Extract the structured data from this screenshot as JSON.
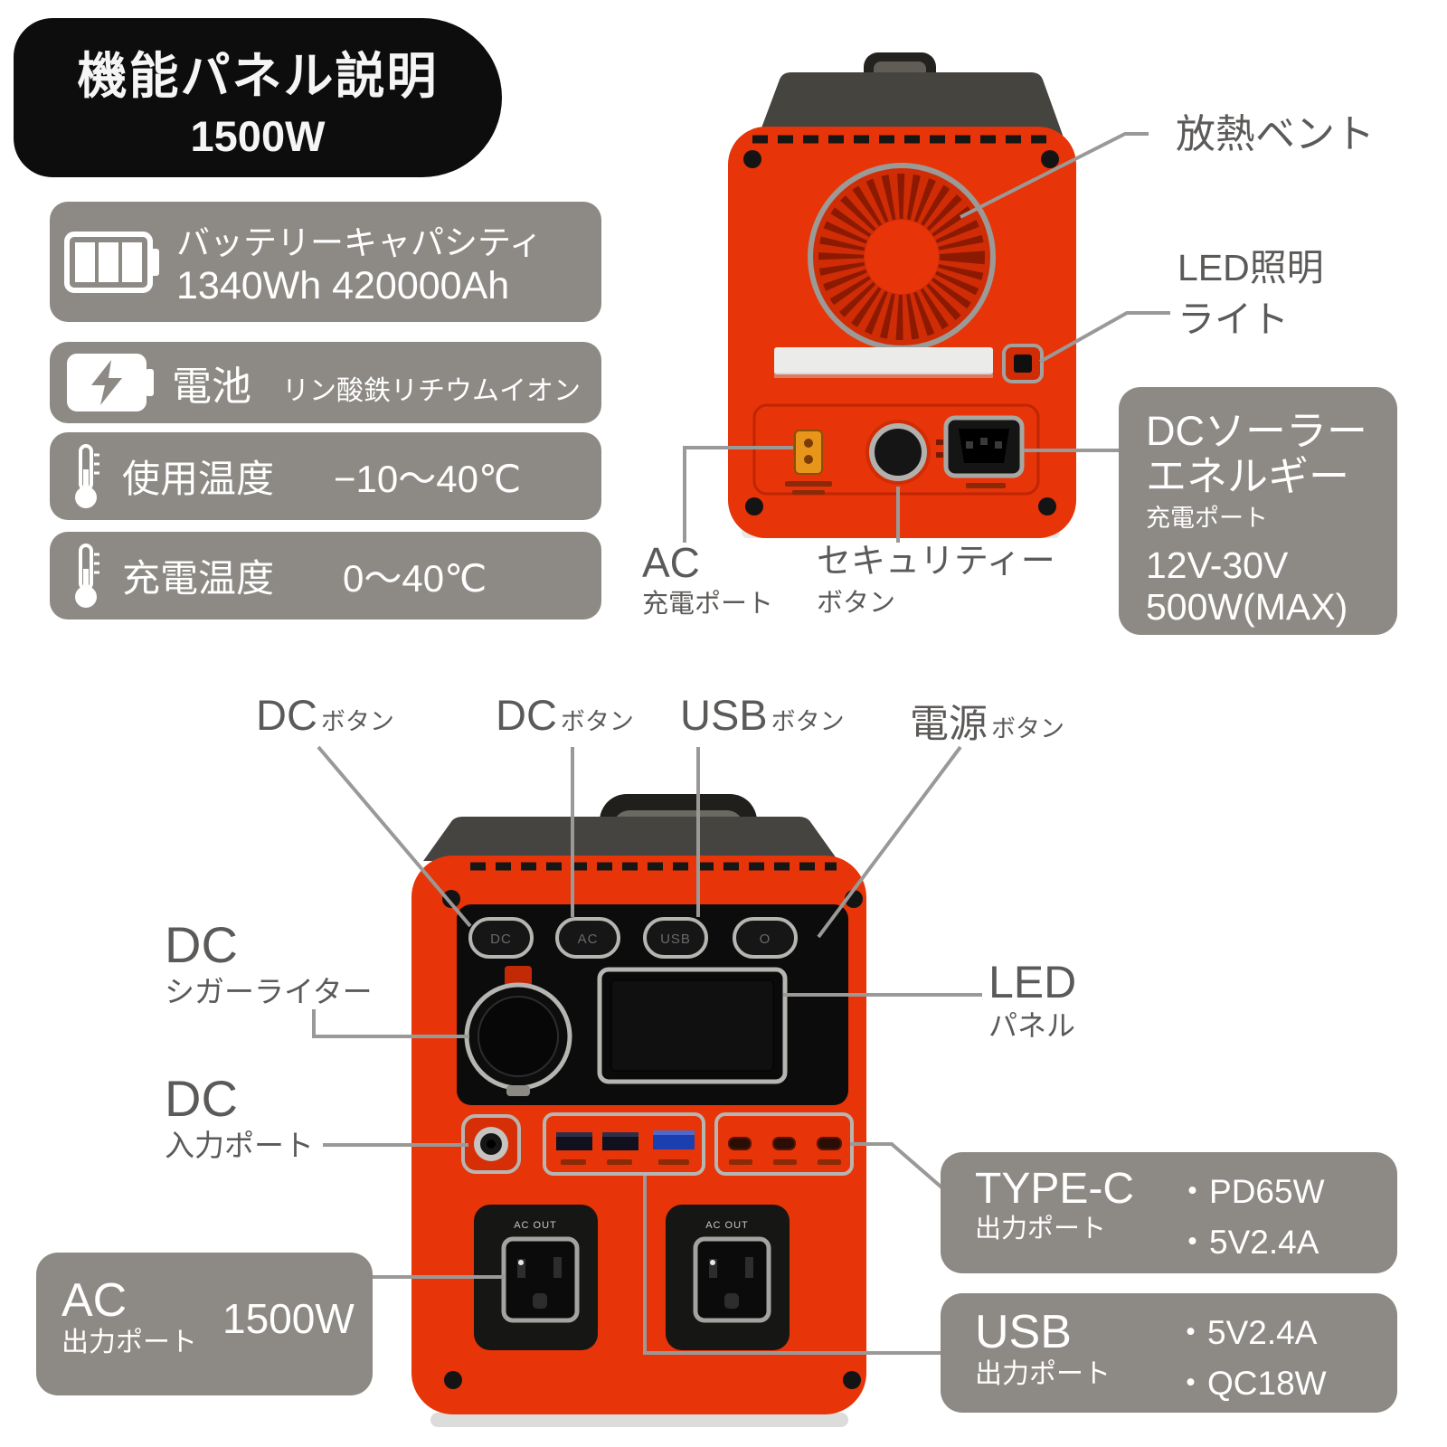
{
  "title": {
    "line1": "機能パネル説明",
    "line2": "1500W"
  },
  "spec_boxes": [
    {
      "icon": "battery-capacity-icon",
      "label": "バッテリーキャパシティ",
      "value": "1340Wh 420000Ah"
    },
    {
      "icon": "battery-charging-icon",
      "label": "電池",
      "value": "リン酸鉄リチウムイオン"
    },
    {
      "icon": "thermometer-icon",
      "label": "使用温度",
      "value": "−10〜40℃"
    },
    {
      "icon": "thermometer-icon",
      "label": "充電温度",
      "value": "0〜40℃"
    }
  ],
  "back_view": {
    "vent_label": "放熱ベント",
    "led_light": {
      "line1": "LED照明",
      "line2": "ライト"
    },
    "ac_charge": {
      "title": "AC",
      "sub": "充電ポート"
    },
    "security": {
      "title": "セキュリティー",
      "sub": "ボタン"
    },
    "dc_solar": {
      "title_line1": "DCソーラー",
      "title_line2": "エネルギー",
      "sub": "充電ポート",
      "spec_line1": "12V-30V",
      "spec_line2": "500W(MAX)"
    }
  },
  "front_view": {
    "button_labels": [
      {
        "title": "DC",
        "sub": "ボタン"
      },
      {
        "title": "DC",
        "sub": "ボタン"
      },
      {
        "title": "USB",
        "sub": "ボタン"
      },
      {
        "title": "電源",
        "sub": "ボタン"
      }
    ],
    "device_buttons": [
      "DC",
      "AC",
      "USB",
      "O"
    ],
    "ac_outlet_label": "AC OUT",
    "cigar": {
      "title": "DC",
      "sub": "シガーライター"
    },
    "dc_input": {
      "title": "DC",
      "sub": "入力ポート"
    },
    "led_panel": {
      "title": "LED",
      "sub": "パネル"
    },
    "type_c": {
      "title": "TYPE-C",
      "sub": "出力ポート",
      "spec_line1": "・PD65W",
      "spec_line2": "・5V2.4A"
    },
    "ac_output": {
      "title": "AC",
      "sub": "出力ポート",
      "value": "1500W"
    },
    "usb_output": {
      "title": "USB",
      "sub": "出力ポート",
      "spec_line1": "・5V2.4A",
      "spec_line2": "・QC18W"
    }
  },
  "colors": {
    "device_red": "#e73408",
    "info_gray": "#8d8a85",
    "line_gray": "#9b9998",
    "label_text": "#5c5a58"
  }
}
